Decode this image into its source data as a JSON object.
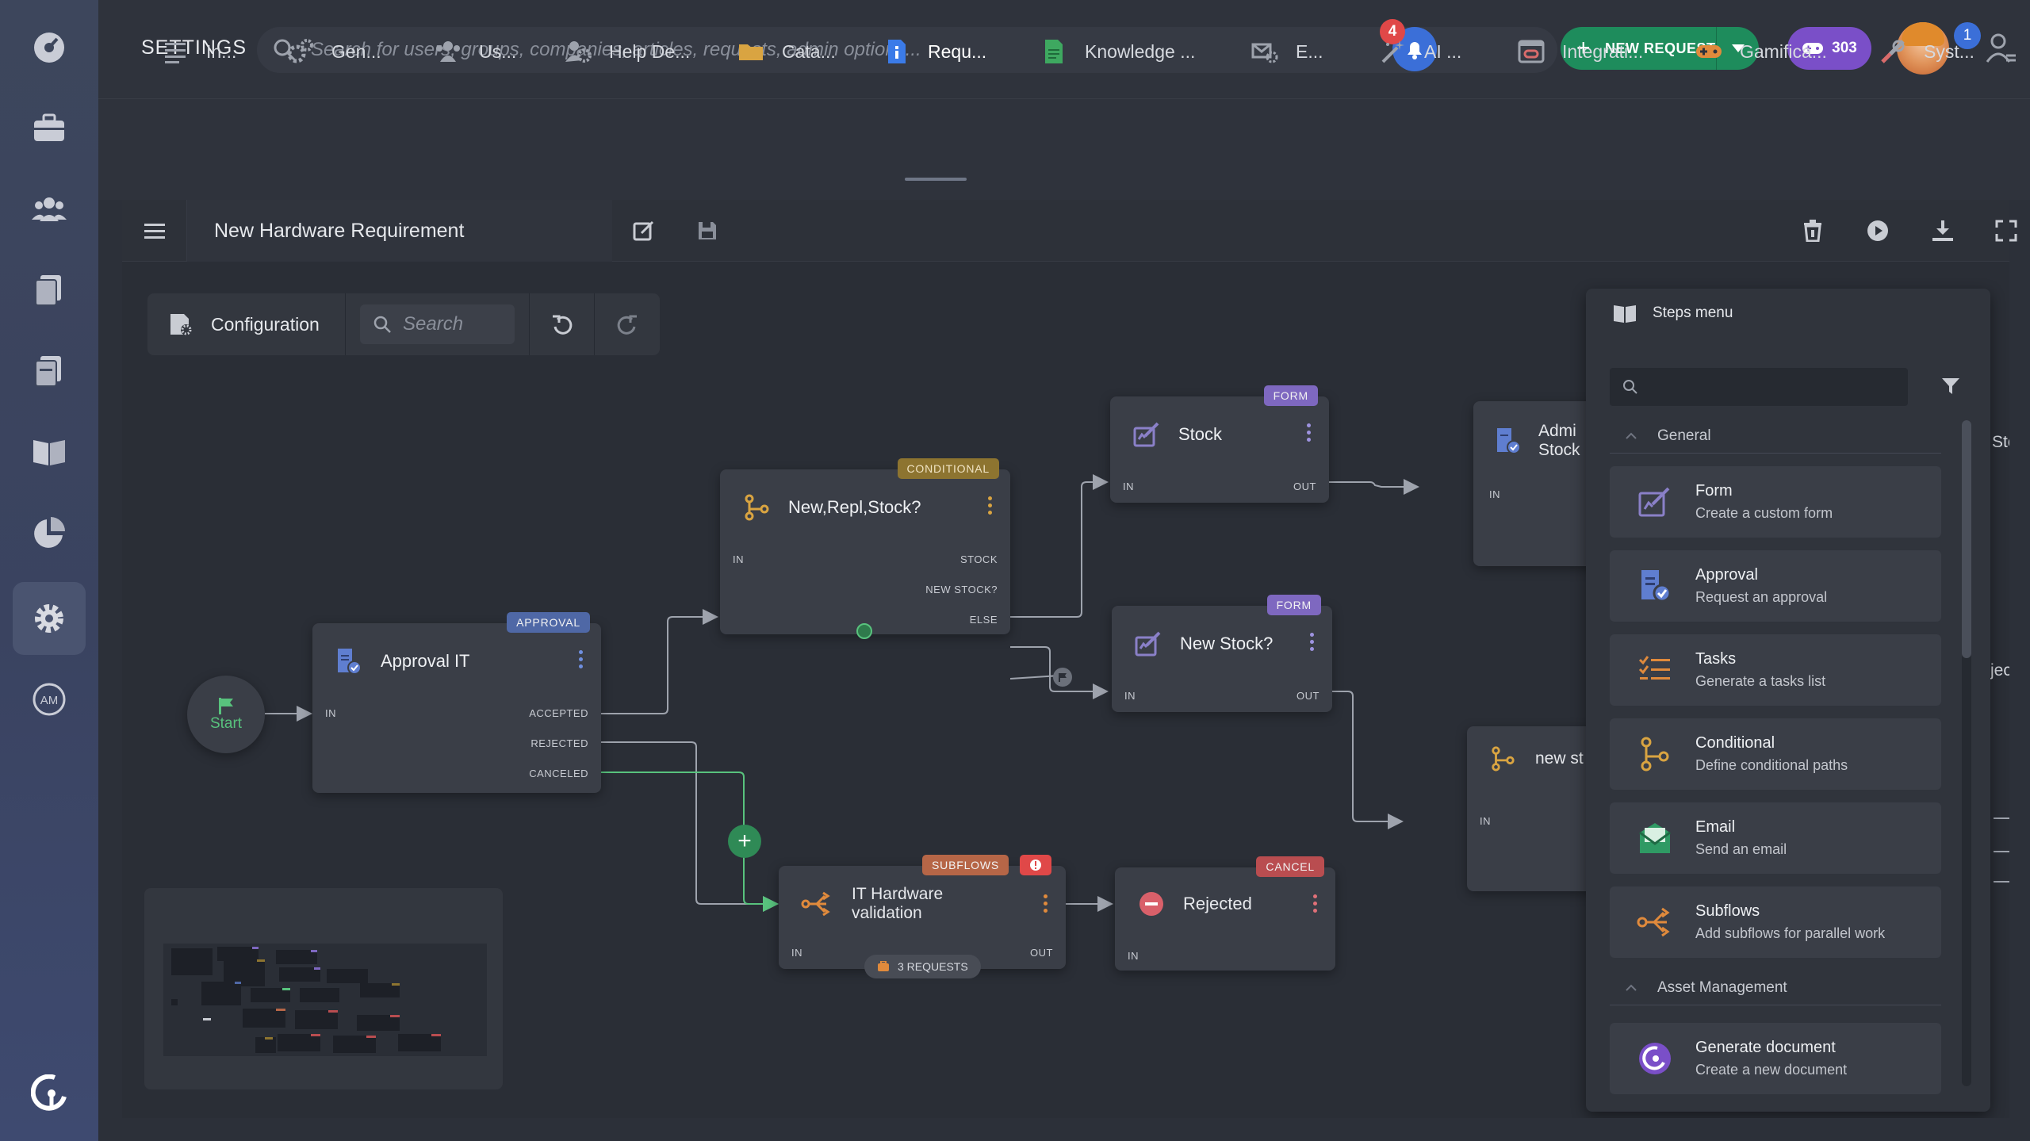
{
  "header": {
    "title": "SETTINGS",
    "search_placeholder": "Search for users, groups, companies, articles, requests, admin options...",
    "notifications_count": "4",
    "new_request_label": "NEW REQUEST",
    "points": "303",
    "user_badge": "1"
  },
  "tabs": [
    {
      "label": "In...",
      "icon": "list-icon"
    },
    {
      "label": "Gen...",
      "icon": "gears-icon"
    },
    {
      "label": "Us...",
      "icon": "users-icon"
    },
    {
      "label": "Help De...",
      "icon": "helpdesk-icon"
    },
    {
      "label": "Cata...",
      "icon": "folder-icon"
    },
    {
      "label": "Requ...",
      "icon": "request-icon",
      "active": true
    },
    {
      "label": "Knowledge ...",
      "icon": "document-icon"
    },
    {
      "label": "E...",
      "icon": "email-config-icon"
    },
    {
      "label": "AI ...",
      "icon": "magic-wand-icon"
    },
    {
      "label": "Integrati...",
      "icon": "integration-icon"
    },
    {
      "label": "Gamifica...",
      "icon": "gamepad-icon"
    },
    {
      "label": "Syst...",
      "icon": "tools-icon"
    }
  ],
  "editor": {
    "title": "New Hardware Requirement",
    "config_label": "Configuration",
    "search_placeholder": "Search"
  },
  "workflow": {
    "start_label": "Start",
    "nodes": {
      "approval_it": {
        "title": "Approval IT",
        "tag": "APPROVAL",
        "pin_in": "IN",
        "outs": [
          "ACCEPTED",
          "REJECTED",
          "CANCELED"
        ]
      },
      "conditional": {
        "title": "New,Repl,Stock?",
        "tag": "CONDITIONAL",
        "pin_in": "IN",
        "outs": [
          "STOCK",
          "NEW STOCK?",
          "ELSE"
        ]
      },
      "stock": {
        "title": "Stock",
        "tag": "FORM",
        "pin_in": "IN",
        "pin_out": "OUT"
      },
      "new_stock": {
        "title": "New Stock?",
        "tag": "FORM",
        "pin_in": "IN",
        "pin_out": "OUT"
      },
      "admin_stock": {
        "title_line1": "Admi",
        "title_line2": "Stock",
        "pin_in": "IN"
      },
      "new_s": {
        "title": "new st",
        "pin_in": "IN"
      },
      "it_validation": {
        "title_line1": "IT Hardware",
        "title_line2": "validation",
        "tag": "SUBFLOWS",
        "pin_in": "IN",
        "pin_out": "OUT",
        "requests": "3 REQUESTS"
      },
      "rejected": {
        "title": "Rejected",
        "tag": "CANCEL",
        "pin_in": "IN"
      }
    },
    "edge_fragments": [
      "Sto",
      "jec"
    ]
  },
  "steps_menu": {
    "title": "Steps menu",
    "groups": [
      {
        "label": "General",
        "items": [
          {
            "name": "Form",
            "desc": "Create a custom form",
            "icon": "form-icon"
          },
          {
            "name": "Approval",
            "desc": "Request an approval",
            "icon": "approval-icon"
          },
          {
            "name": "Tasks",
            "desc": "Generate a tasks list",
            "icon": "tasks-icon"
          },
          {
            "name": "Conditional",
            "desc": "Define conditional paths",
            "icon": "conditional-icon"
          },
          {
            "name": "Email",
            "desc": "Send an email",
            "icon": "email-icon"
          },
          {
            "name": "Subflows",
            "desc": "Add subflows for parallel work",
            "icon": "subflows-icon"
          }
        ]
      },
      {
        "label": "Asset Management",
        "items": [
          {
            "name": "Generate document",
            "desc": "Create a new document",
            "icon": "generate-document-icon"
          }
        ]
      }
    ]
  },
  "colors": {
    "accent_green": "#1e8c5c",
    "accent_purple": "#7a4fc8",
    "accent_blue": "#3b6fd8",
    "badge_red": "#e04848",
    "form_tag": "#7e68c0",
    "conditional_tag": "#8d7430",
    "approval_tag": "#4f68a6",
    "subflows_tag": "#b66647",
    "cancel_tag": "#b94d50"
  }
}
